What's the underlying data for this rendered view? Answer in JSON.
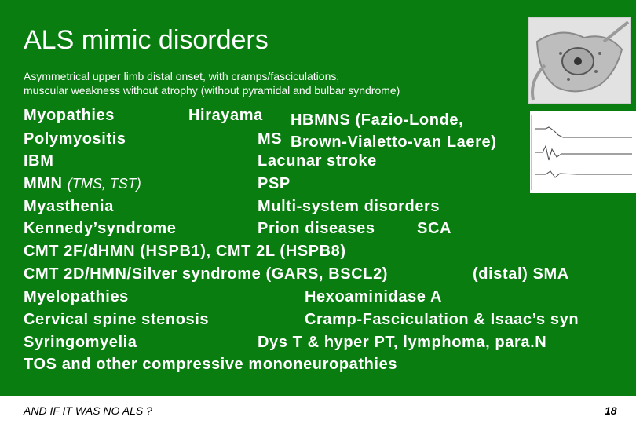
{
  "title": "ALS mimic disorders",
  "subtitle": [
    "Asymmetrical upper limb distal onset, with cramps/fasciculations,",
    "muscular weakness without atrophy (without pyramidal and bulbar syndrome)"
  ],
  "rows": {
    "r1": {
      "a": "Myopathies",
      "b": "Hirayama",
      "c": "HBMNS (Fazio-Londe,"
    },
    "r2": {
      "a": "Polymyositis",
      "b": "MS",
      "c": "Brown-Vialetto-van Laere)"
    },
    "r3": {
      "a": "IBM",
      "b": "Lacunar stroke"
    },
    "r4": {
      "a": "MMN",
      "a_note": "(TMS, TST)",
      "b": "PSP"
    },
    "r5": {
      "a": "Myasthenia",
      "b": "Multi-system disorders"
    },
    "r6": {
      "a": "Kennedy’syndrome",
      "b": "Prion diseases",
      "c": "SCA"
    },
    "r7": {
      "a": "CMT 2F/dHMN (HSPB1), CMT 2L (HSPB8)"
    },
    "r8": {
      "a": "CMT 2D/HMN/Silver syndrome (GARS, BSCL2)",
      "b": "(distal) SMA"
    },
    "r9": {
      "a": "Myelopathies",
      "b": "Hexoaminidase A"
    },
    "r10": {
      "a": "Cervical spine stenosis",
      "b": "Cramp-Fasciculation & Isaac’s syn"
    },
    "r11": {
      "a": "Syringomyelia",
      "b": "Dys T & hyper PT, lymphoma, para.N"
    },
    "r12": {
      "a": "TOS and other compressive mononeuropathies"
    }
  },
  "footer": {
    "left": "AND IF IT WAS NO ALS ?",
    "page": "18"
  },
  "colors": {
    "background": "#0a7d10",
    "text": "#ffffff"
  }
}
